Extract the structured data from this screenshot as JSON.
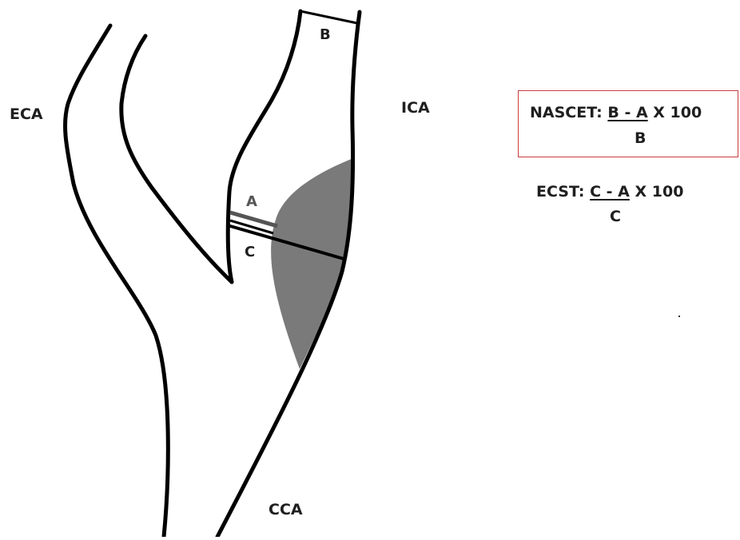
{
  "labels": {
    "eca": "ECA",
    "ica": "ICA",
    "cca": "CCA",
    "b": "B",
    "a": "A",
    "c": "C"
  },
  "nascet": {
    "prefix": "NASCET:",
    "numerator": "B - A",
    "multiplier": "X 100",
    "denominator": "B"
  },
  "ecst": {
    "prefix": "ECST:",
    "numerator": "C - A",
    "multiplier": "X 100",
    "denominator": "C"
  },
  "colors": {
    "vessel_line": "#000000",
    "plaque": "#7a7a7a",
    "box_border": "#c83c3c",
    "text": "#1f1f1f"
  }
}
